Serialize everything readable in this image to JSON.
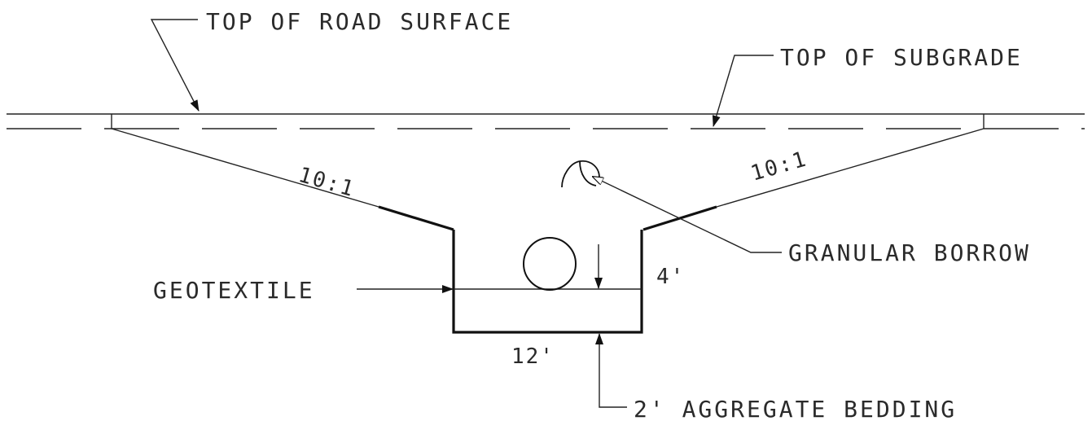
{
  "labels": {
    "top_of_road_surface": "TOP OF ROAD SURFACE",
    "top_of_subgrade": "TOP OF SUBGRADE",
    "granular_borrow": "GRANULAR BORROW",
    "geotextile": "GEOTEXTILE",
    "aggregate_bedding": "2' AGGREGATE BEDDING"
  },
  "dimensions": {
    "slope_left": "10:1",
    "slope_right": "10:1",
    "depth": "4'",
    "bottom_width": "12'"
  }
}
